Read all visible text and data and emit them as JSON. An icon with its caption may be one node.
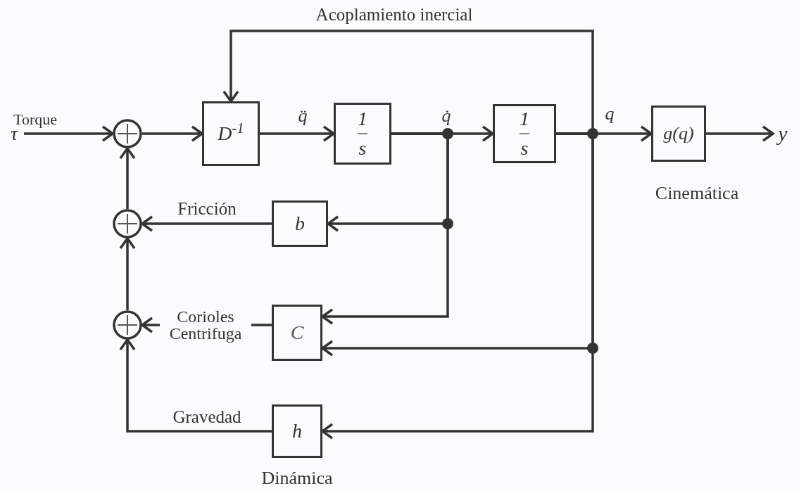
{
  "diagram": {
    "nodes": [
      {
        "text": [
          "τ"
        ]
      },
      {
        "text": [],
        "shape": "circle"
      },
      {
        "text": [
          "D$^{-1}$"
        ]
      },
      {
        "text": [
          "1",
          "s"
        ]
      },
      {
        "text": [
          "1",
          "s"
        ]
      },
      {
        "text": [
          "g(q)"
        ],
        "beside": [
          "Cinemática"
        ]
      },
      {
        "text": [
          "y"
        ]
      },
      {
        "text": [],
        "shape": "circle"
      },
      {
        "text": [
          "b"
        ]
      },
      {
        "text": [],
        "shape": "circle"
      },
      {
        "text": [
          "C"
        ]
      },
      {
        "text": [
          "h"
        ],
        "beside": [
          "Dinámica"
        ]
      }
    ],
    "edges": [
      {
        "from": 0,
        "to": 1,
        "arrow": "to",
        "label": "Torque"
      },
      {
        "from": 1,
        "to": 2,
        "arrow": "to"
      },
      {
        "from": 4,
        "to": 2,
        "arrow": "to",
        "label": "Acoplamiento inercial"
      },
      {
        "from": 2,
        "to": 3,
        "arrow": "to",
        "label": "q̈"
      },
      {
        "from": 3,
        "to": 4,
        "arrow": "to",
        "label": "q̇"
      },
      {
        "from": 3,
        "to": 8,
        "arrow": "to"
      },
      {
        "from": 3,
        "to": 10,
        "arrow": "to"
      },
      {
        "from": 4,
        "to": 5,
        "arrow": "to",
        "label": "q"
      },
      {
        "from": 4,
        "to": 10,
        "arrow": "to"
      },
      {
        "from": 4,
        "to": 11,
        "arrow": "to"
      },
      {
        "from": 5,
        "to": 6,
        "arrow": "to"
      },
      {
        "from": 8,
        "to": 7,
        "arrow": "to",
        "label": "Fricción"
      },
      {
        "from": 10,
        "to": 9,
        "arrow": "to",
        "label": "Corioles Centrifuga"
      },
      {
        "from": 11,
        "to": 9,
        "arrow": "to",
        "label": "Gravedad"
      },
      {
        "from": 9,
        "to": 7,
        "arrow": "to"
      },
      {
        "from": 7,
        "to": 1,
        "arrow": "to"
      }
    ]
  }
}
